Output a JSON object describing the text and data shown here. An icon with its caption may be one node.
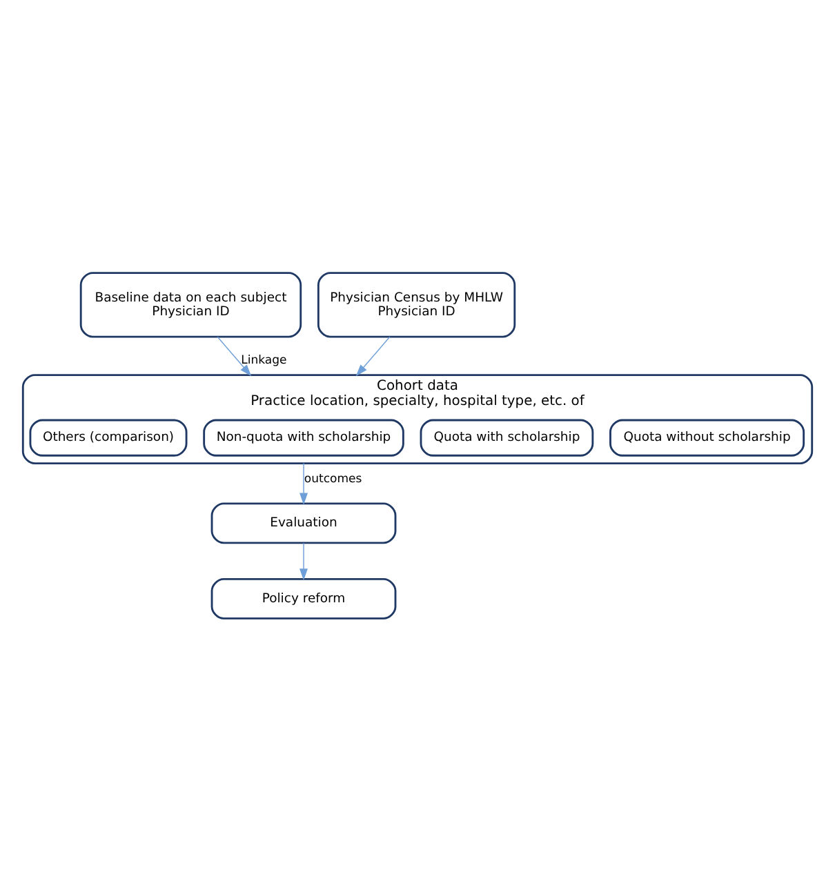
{
  "diagram": {
    "nodes": [
      {
        "text": [
          "Baseline data on each subject",
          "Physician ID"
        ]
      },
      {
        "text": [
          "Physician Census by MHLW",
          "Physician ID"
        ]
      },
      {
        "text": [
          "Cohort data",
          "Practice location, specialty, hospital type, etc. of"
        ]
      },
      {
        "text": [
          "Quota without scholarship"
        ],
        "in": 2
      },
      {
        "text": [
          "Quota with scholarship"
        ],
        "in": 2
      },
      {
        "text": [
          "Non-quota with scholarship"
        ],
        "in": 2
      },
      {
        "text": [
          "Others (comparison)"
        ],
        "in": 2
      },
      {
        "text": [
          "Evaluation"
        ]
      },
      {
        "text": [
          "Policy reform"
        ]
      }
    ],
    "edges": [
      {
        "from": 0,
        "to": 2,
        "arrow": "to",
        "label": "Linkage"
      },
      {
        "from": 1,
        "to": 2,
        "arrow": "to"
      },
      {
        "from": 2,
        "to": 7,
        "arrow": "to",
        "label": "outcomes"
      },
      {
        "from": 7,
        "to": 8,
        "arrow": "to"
      }
    ]
  }
}
